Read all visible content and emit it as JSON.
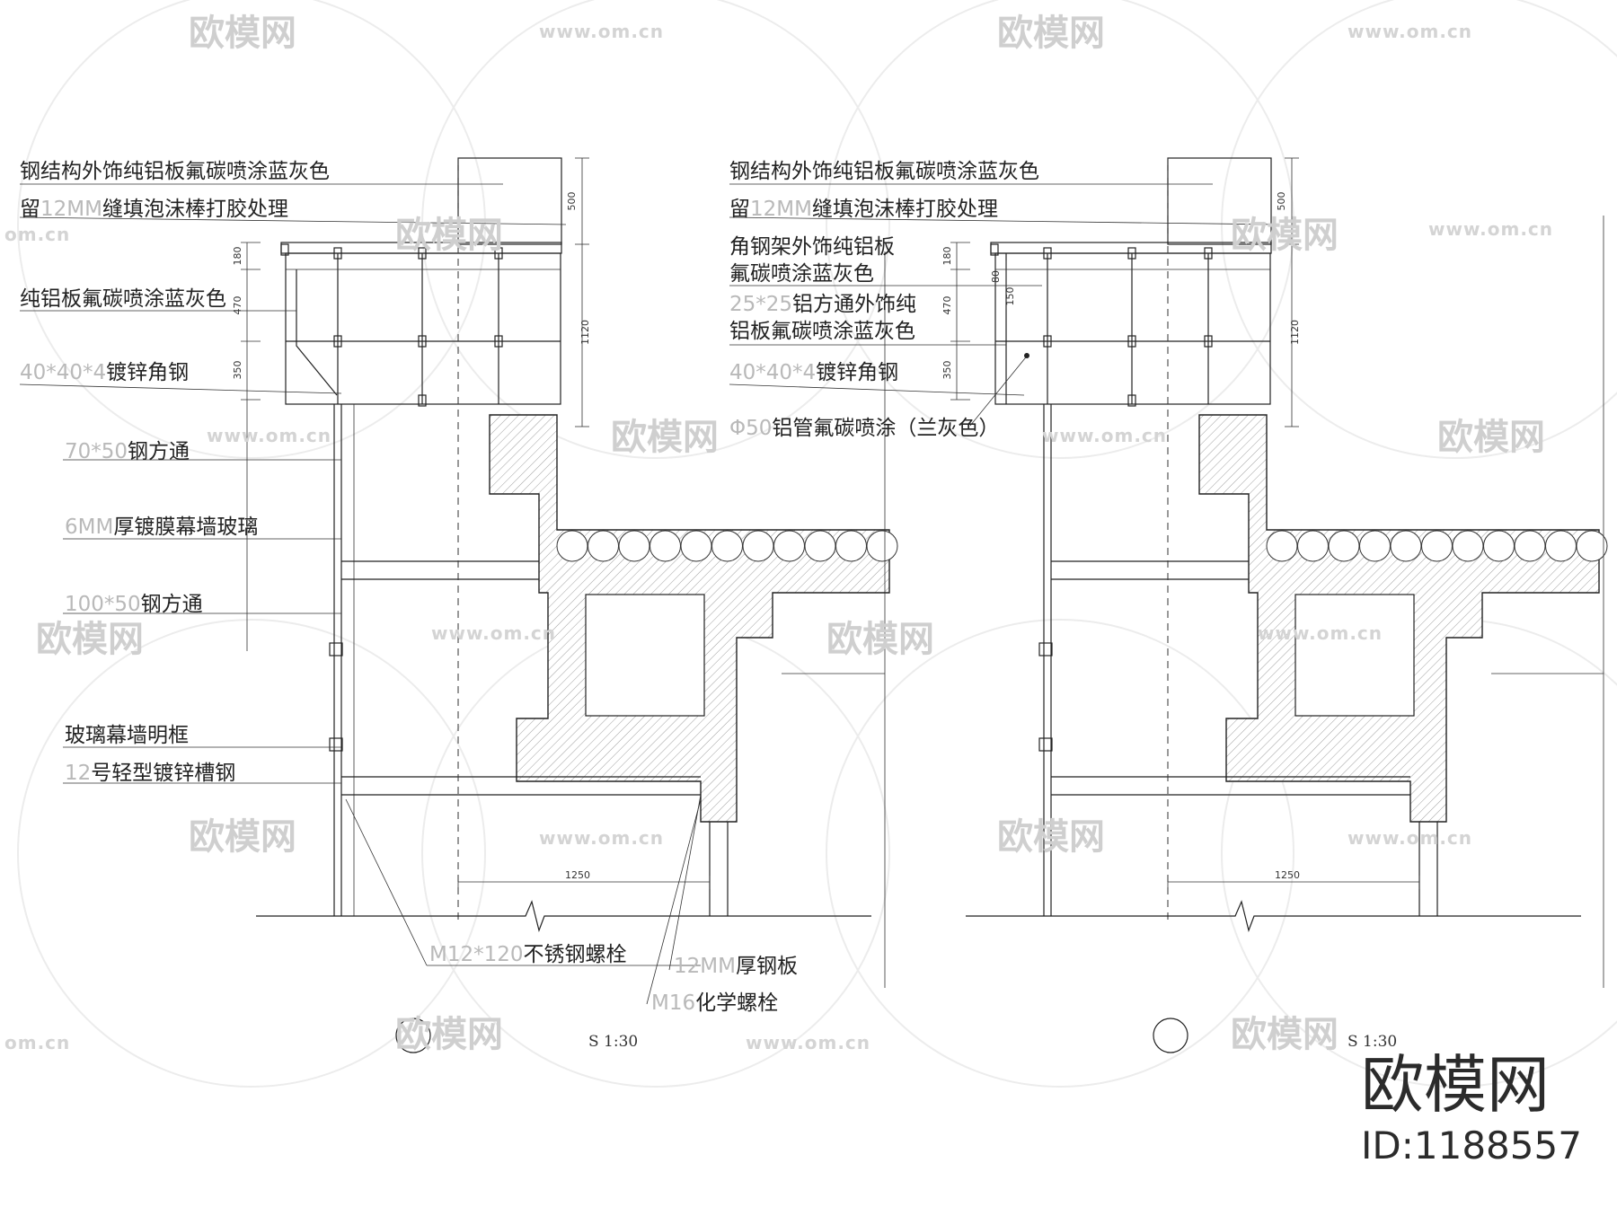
{
  "left": {
    "labels": [
      {
        "id": "l1",
        "text": "钢结构外饰纯铝板氟碳喷涂蓝灰色"
      },
      {
        "id": "l2",
        "dim": "12MM",
        "pre": "留",
        "text": "缝填泡沫棒打胶处理"
      },
      {
        "id": "l3",
        "text": "纯铝板氟碳喷涂蓝灰色"
      },
      {
        "id": "l4",
        "dim": "40*40*4",
        "text": "镀锌角钢"
      },
      {
        "id": "l5",
        "dim": "70*50",
        "text": "钢方通"
      },
      {
        "id": "l6",
        "dim": "6MM",
        "text": "厚镀膜幕墙玻璃"
      },
      {
        "id": "l7",
        "dim": "100*50",
        "text": "钢方通"
      },
      {
        "id": "l8",
        "text": "玻璃幕墙明框"
      },
      {
        "id": "l9",
        "dim": "12",
        "text": "号轻型镀锌槽钢"
      },
      {
        "id": "l10",
        "dim": "M12*120",
        "text": "不锈钢螺栓"
      },
      {
        "id": "l11",
        "dim": "12MM",
        "text": "厚钢板"
      },
      {
        "id": "l12",
        "dim": "M16",
        "text": "化学螺栓"
      }
    ],
    "dims": [
      "500",
      "180",
      "470",
      "350",
      "1120",
      "1250"
    ],
    "scale": "S 1:30"
  },
  "right": {
    "labels": [
      {
        "id": "r1",
        "text": "钢结构外饰纯铝板氟碳喷涂蓝灰色"
      },
      {
        "id": "r2",
        "dim": "12MM",
        "pre": "留",
        "text": "缝填泡沫棒打胶处理"
      },
      {
        "id": "r3",
        "text": "角钢架外饰纯铝板"
      },
      {
        "id": "r4",
        "text": "氟碳喷涂蓝灰色"
      },
      {
        "id": "r5",
        "dim": "25*25",
        "text": "铝方通外饰纯"
      },
      {
        "id": "r6",
        "text": "铝板氟碳喷涂蓝灰色"
      },
      {
        "id": "r7",
        "dim": "40*40*4",
        "text": "镀锌角钢"
      },
      {
        "id": "r8",
        "dim": "Φ50",
        "text": "铝管氟碳喷涂（兰灰色）"
      }
    ],
    "dims": [
      "500",
      "180",
      "80",
      "150",
      "470",
      "350",
      "1120",
      "1250"
    ],
    "scale": "S 1:30"
  },
  "watermark": {
    "text": "欧模网",
    "url": "www.om.cn",
    "url_short": "om.cn"
  },
  "brand": {
    "name": "欧模网",
    "id": "ID:1188557"
  },
  "colors": {
    "line": "#222222",
    "dim_text": "#b9b9b9",
    "watermark": "#cfcfcf"
  }
}
